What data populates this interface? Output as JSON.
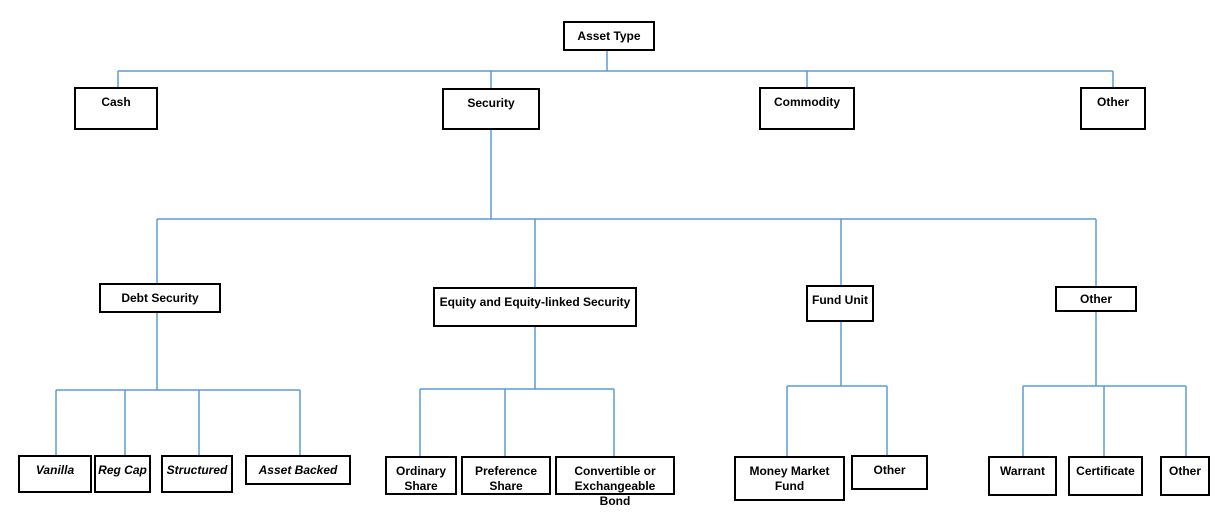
{
  "diagram": {
    "type": "tree",
    "description": "Asset Type classification hierarchy"
  },
  "colors": {
    "connector": "#5B9BD5",
    "border": "#000000",
    "text": "#000000",
    "background": "#FFFFFF"
  },
  "tree": {
    "label": "Asset Type",
    "children": [
      {
        "label": "Cash"
      },
      {
        "label": "Security",
        "children": [
          {
            "label": "Debt Security",
            "children": [
              {
                "label": "Vanilla"
              },
              {
                "label": "Reg Cap"
              },
              {
                "label": "Structured"
              },
              {
                "label": "Asset Backed"
              }
            ]
          },
          {
            "label": "Equity and Equity-linked Security",
            "children": [
              {
                "label": "Ordinary Share"
              },
              {
                "label": "Preference Share"
              },
              {
                "label": "Convertible or Exchangeable Bond"
              }
            ]
          },
          {
            "label": "Fund Unit",
            "children": [
              {
                "label": "Money Market Fund"
              },
              {
                "label": "Other"
              }
            ]
          },
          {
            "label": "Other",
            "children": [
              {
                "label": "Warrant"
              },
              {
                "label": "Certificate"
              },
              {
                "label": "Other"
              }
            ]
          }
        ]
      },
      {
        "label": "Commodity"
      },
      {
        "label": "Other"
      }
    ]
  }
}
